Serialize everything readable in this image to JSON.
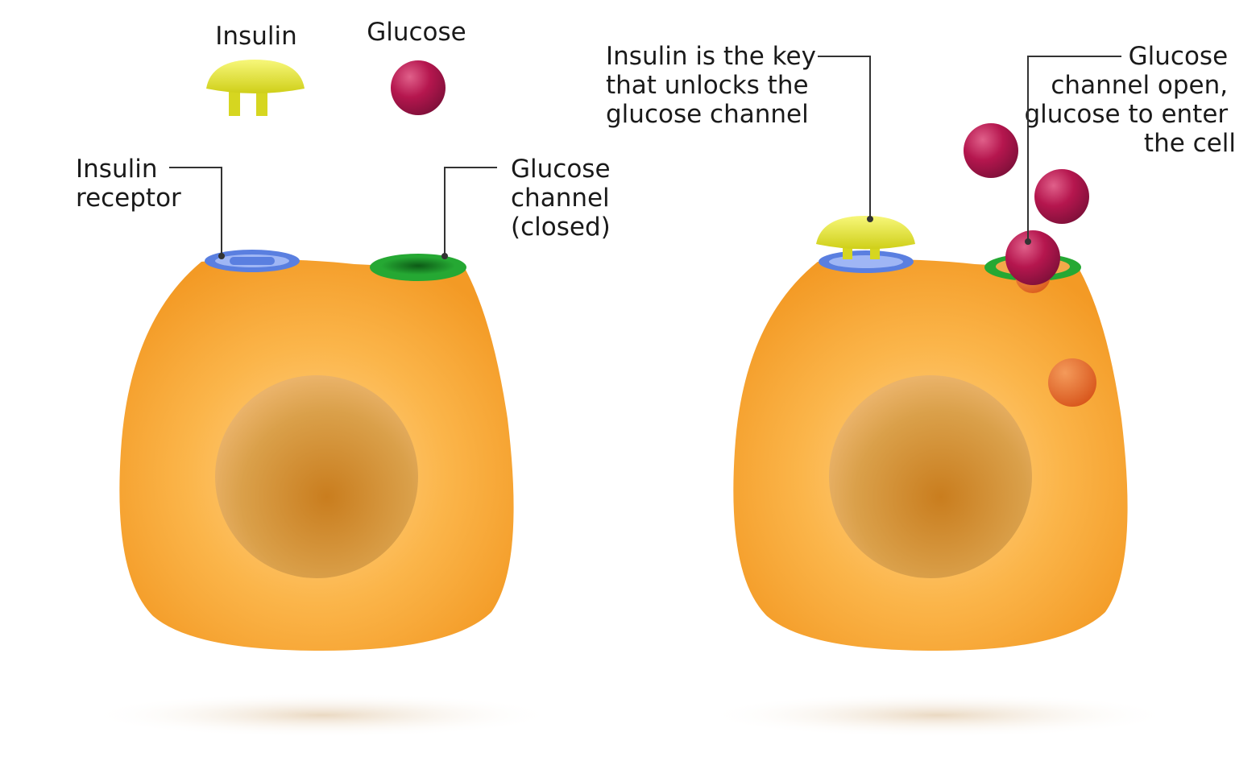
{
  "legend": {
    "insulin": "Insulin",
    "glucose": "Glucose"
  },
  "left_cell": {
    "insulin_receptor": [
      "Insulin",
      "receptor"
    ],
    "glucose_channel": [
      "Glucose",
      "channel",
      "(closed)"
    ]
  },
  "right_cell": {
    "insulin_key": [
      "Insulin is the key",
      "that unlocks the",
      "glucose channel"
    ],
    "channel_open": [
      "Glucose",
      "channel open,",
      "glucose to enter",
      "the cell"
    ]
  },
  "colors": {
    "cell": "#f7a93a",
    "nucleus": "#d98a26",
    "insulin": "#e6e62a",
    "glucose": "#b5164e",
    "receptor": "#5a7fe0",
    "channel": "#1f9a2e",
    "internalized_glucose": "#e06a2a"
  }
}
